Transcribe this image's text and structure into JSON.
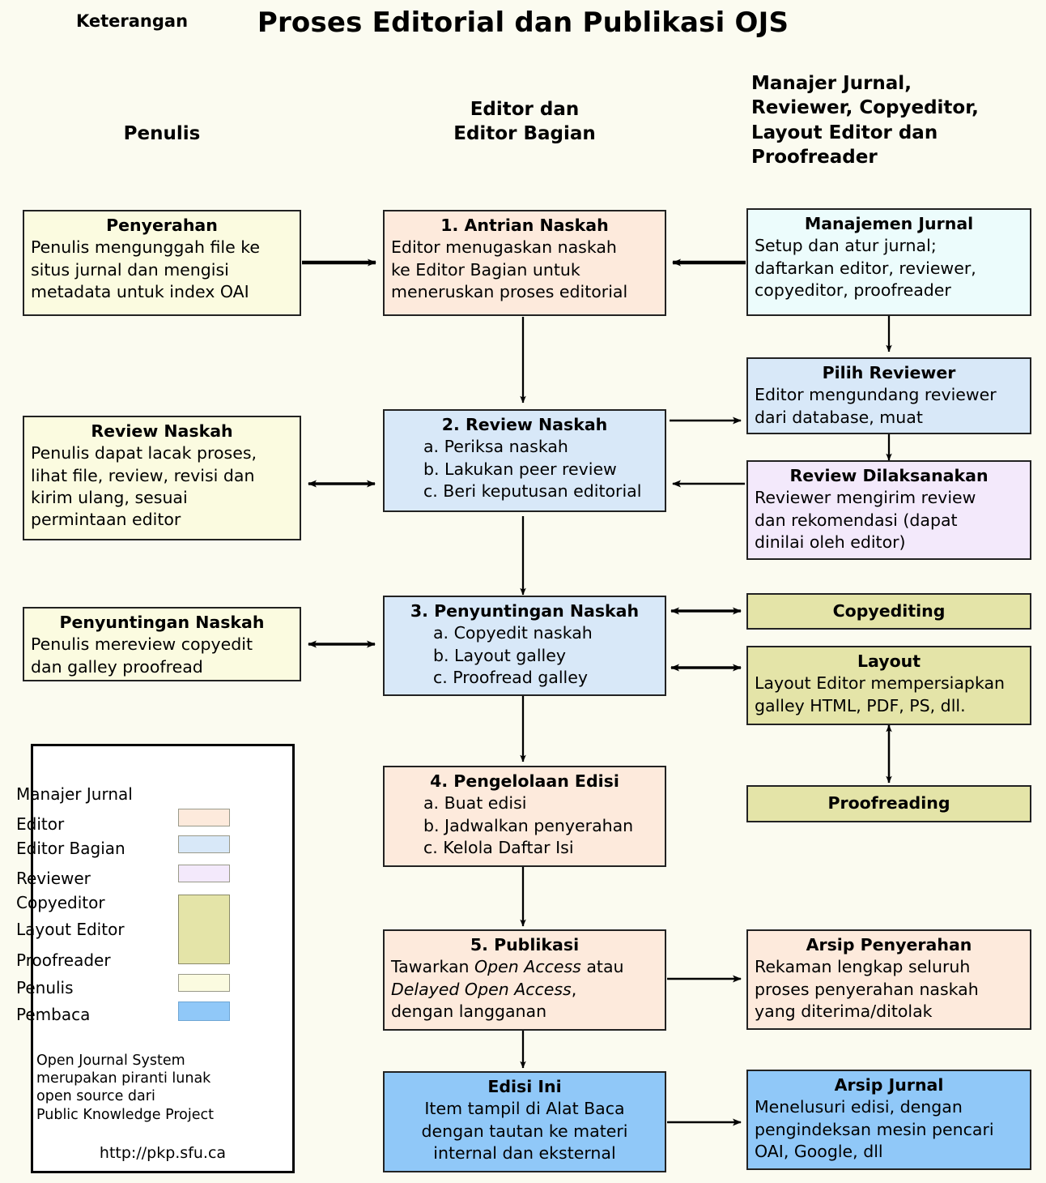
{
  "title": "Proses Editorial dan Publikasi OJS",
  "columns": {
    "left": "Penulis",
    "center_line1": "Editor dan",
    "center_line2": "Editor Bagian",
    "right_line1": "Manajer Jurnal,",
    "right_line2": "Reviewer, Copyeditor,",
    "right_line3": "Layout Editor dan",
    "right_line4": "Proofreader"
  },
  "boxes": {
    "penyerahan": {
      "title": "Penyerahan",
      "l1": "Penulis mengunggah file ke",
      "l2": "situs jurnal dan mengisi",
      "l3": "metadata untuk index OAI"
    },
    "antrian": {
      "title": "1. Antrian Naskah",
      "l1": "Editor menugaskan naskah",
      "l2": "ke Editor Bagian untuk",
      "l3": "meneruskan proses editorial"
    },
    "manajemen": {
      "title": "Manajemen Jurnal",
      "l1": "Setup dan atur jurnal;",
      "l2": "daftarkan editor, reviewer,",
      "l3": "copyeditor, proofreader"
    },
    "pilih_reviewer": {
      "title": "Pilih Reviewer",
      "l1": "Editor mengundang reviewer",
      "l2": "dari database, muat"
    },
    "review_naskah_penulis": {
      "title": "Review Naskah",
      "l1": "Penulis dapat lacak proses,",
      "l2": "lihat file, review, revisi dan",
      "l3": "kirim ulang, sesuai",
      "l4": "permintaan editor"
    },
    "review_naskah": {
      "title": "2. Review Naskah",
      "a": "a. Periksa naskah",
      "b": "b. Lakukan peer review",
      "c": "c. Beri keputusan editorial"
    },
    "review_dilaksanakan": {
      "title": "Review Dilaksanakan",
      "l1": "Reviewer mengirim review",
      "l2": "dan rekomendasi (dapat",
      "l3": "dinilai oleh editor)"
    },
    "penyuntingan_penulis": {
      "title": "Penyuntingan Naskah",
      "l1": "Penulis mereview copyedit",
      "l2": "dan galley proofread"
    },
    "penyuntingan": {
      "title": "3. Penyuntingan Naskah",
      "a": "a. Copyedit naskah",
      "b": "b. Layout galley",
      "c": "c. Proofread galley"
    },
    "copyediting": {
      "title": "Copyediting"
    },
    "layout": {
      "title": "Layout",
      "l1": "Layout Editor mempersiapkan",
      "l2": "galley HTML, PDF, PS, dll."
    },
    "proofreading": {
      "title": "Proofreading"
    },
    "pengelolaan": {
      "title": "4. Pengelolaan Edisi",
      "a": "a. Buat edisi",
      "b": "b. Jadwalkan penyerahan",
      "c": "c. Kelola Daftar Isi"
    },
    "publikasi": {
      "title": "5. Publikasi",
      "l1a": "Tawarkan ",
      "l1i": "Open Access",
      "l1b": " atau",
      "l2i": "Delayed Open Access",
      "l2b": ",",
      "l3": "dengan langganan"
    },
    "arsip_penyerahan": {
      "title": "Arsip Penyerahan",
      "l1": "Rekaman lengkap seluruh",
      "l2": "proses penyerahan naskah",
      "l3": "yang diterima/ditolak"
    },
    "edisi_ini": {
      "title": "Edisi Ini",
      "l1": "Item tampil di Alat Baca",
      "l2": "dengan tautan ke materi",
      "l3": "internal dan eksternal"
    },
    "arsip_jurnal": {
      "title": "Arsip Jurnal",
      "l1": "Menelusuri edisi, dengan",
      "l2": "pengindeksan mesin pencari",
      "l3": "OAI, Google, dll"
    }
  },
  "legend": {
    "title": "Keterangan",
    "items": [
      {
        "label": "Manajer Jurnal",
        "color": "#ecfcfc"
      },
      {
        "label": "Editor",
        "color": "#fdeadc"
      },
      {
        "label": "Editor Bagian",
        "color": "#d8e8f8"
      },
      {
        "label": "Reviewer",
        "color": "#f3e9fb"
      },
      {
        "label": "Copyeditor",
        "color": "#e4e4a8"
      },
      {
        "label": "Layout Editor",
        "color": "#e4e4a8"
      },
      {
        "label": "Proofreader",
        "color": "#e4e4a8"
      },
      {
        "label": "Penulis",
        "color": "#fbfbe0"
      },
      {
        "label": "Pembaca",
        "color": "#90c8f8"
      }
    ],
    "note_l1": "Open Journal System",
    "note_l2": "merupakan piranti lunak",
    "note_l3": "open source dari",
    "note_l4": "Public Knowledge Project",
    "url": "http://pkp.sfu.ca"
  }
}
